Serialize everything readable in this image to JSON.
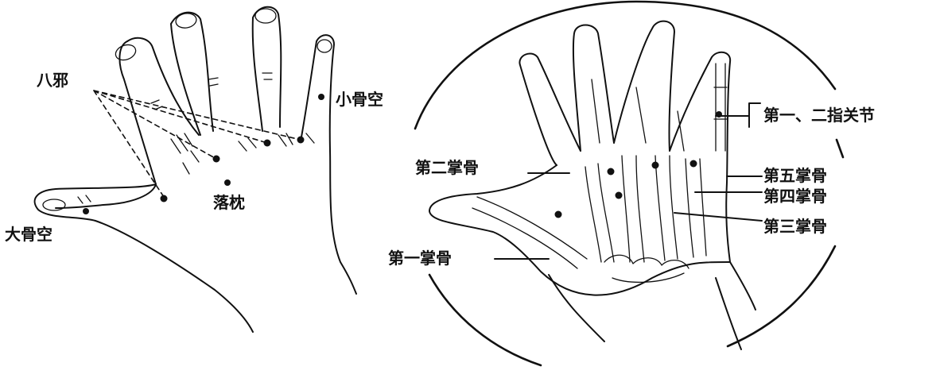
{
  "figure": {
    "left_hand": {
      "labels": {
        "baxie": "八邪",
        "xiaogukong": "小骨空",
        "laozhen": "落枕",
        "dagukong": "大骨空"
      }
    },
    "right_hand": {
      "labels": {
        "joint_1_2": "第一、二指关节",
        "metacarpal_5": "第五掌骨",
        "metacarpal_4": "第四掌骨",
        "metacarpal_3": "第三掌骨",
        "metacarpal_2": "第二掌骨",
        "metacarpal_1": "第一掌骨"
      }
    }
  }
}
